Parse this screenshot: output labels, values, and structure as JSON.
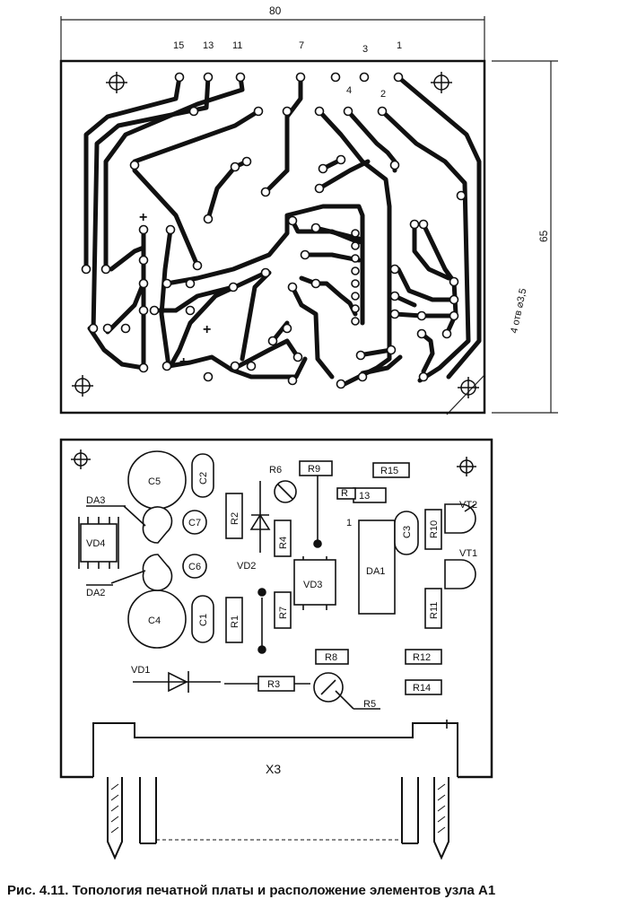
{
  "top": {
    "width_dim": "80",
    "height_dim": "65",
    "hole_note": "4 отв ⌀3,5",
    "pins": {
      "p15": "15",
      "p13": "13",
      "p11": "11",
      "p7": "7",
      "p3": "3",
      "p1": "1",
      "p4": "4",
      "p2": "2"
    },
    "plus": "+"
  },
  "bottom": {
    "c5": "C5",
    "c2": "C2",
    "c7": "C7",
    "c6": "C6",
    "c4": "C4",
    "c1": "C1",
    "c3": "C3",
    "da3": "DA3",
    "da2": "DA2",
    "vd4": "VD4",
    "vd2": "VD2",
    "vd1": "VD1",
    "vd3": "VD3",
    "r1": "R1",
    "r2": "R2",
    "r3": "R3",
    "r4": "R4",
    "r5": "R5",
    "r6": "R6",
    "r7": "R7",
    "r8": "R8",
    "r9": "R9",
    "r10": "R10",
    "r11": "R11",
    "r12": "R12",
    "r13": "13",
    "r13b": "R",
    "r14": "R14",
    "r15": "R15",
    "da1": "DA1",
    "pin1": "1",
    "vt1": "VT1",
    "vt2": "VT2",
    "x3": "X3"
  },
  "caption": "Рис. 4.11. Топология печатной платы и расположение элементов узла А1"
}
